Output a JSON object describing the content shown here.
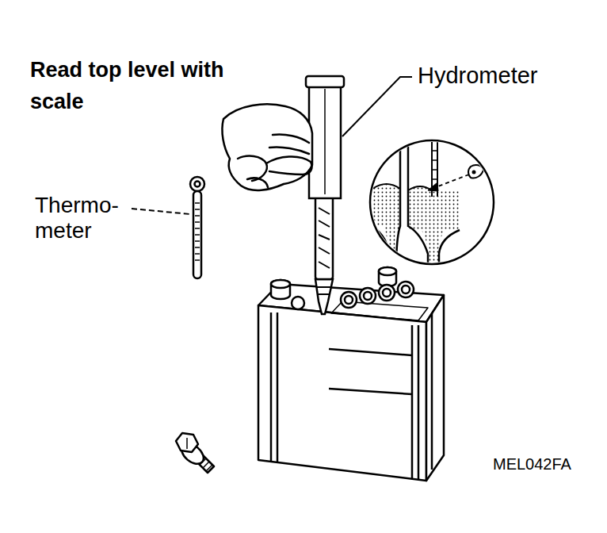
{
  "diagram": {
    "labels": [
      "Read top level with scale",
      "Hydrometer",
      "Thermo- meter",
      "MEL042FA"
    ]
  }
}
